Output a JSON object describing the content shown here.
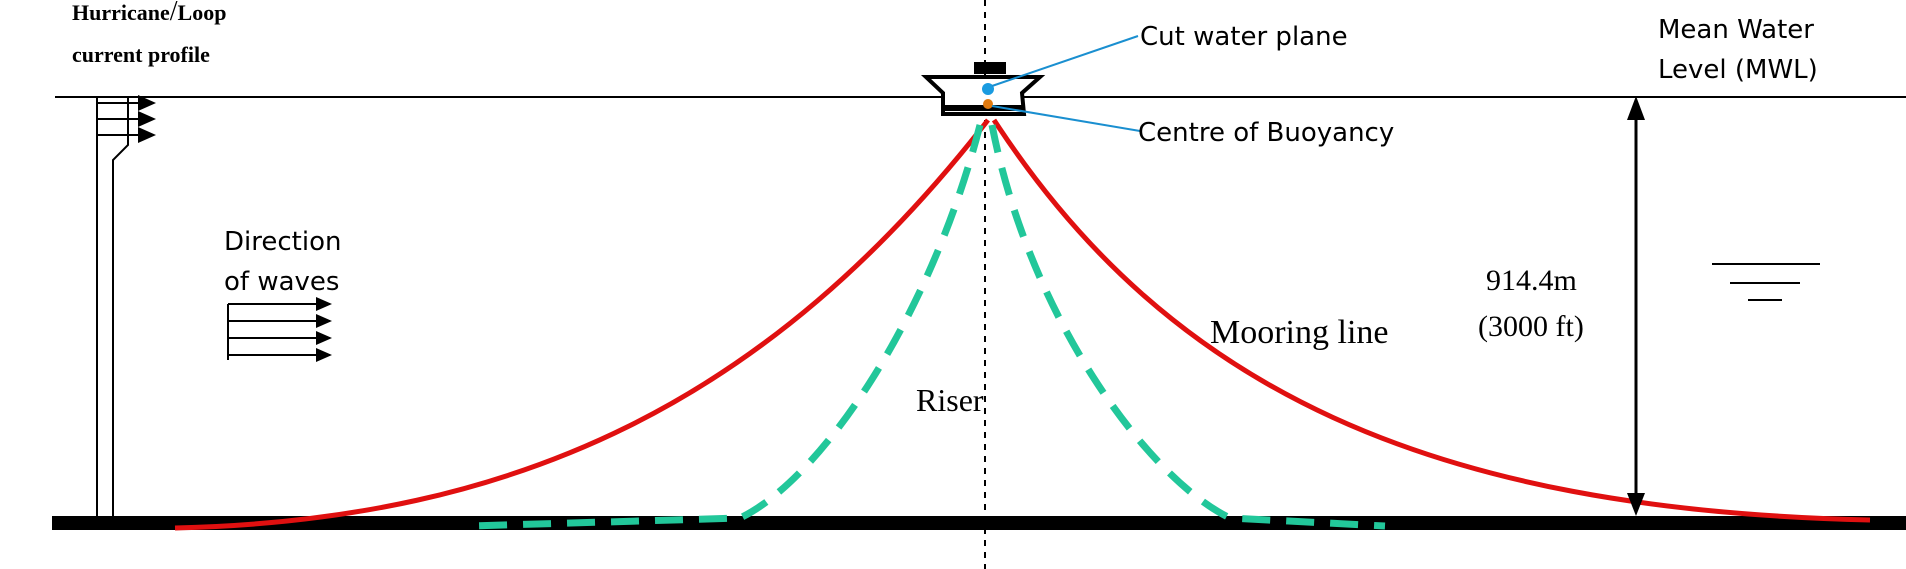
{
  "labels": {
    "current_profile_line1a": "Hurricane",
    "current_profile_slash": "/",
    "current_profile_line1b": "Loop",
    "current_profile_line2": "current profile",
    "cut_water_plane": "Cut water plane",
    "centre_of_buoyancy": "Centre of Buoyancy",
    "mwl_line1": "Mean Water",
    "mwl_line2": "Level (MWL)",
    "direction_line1": "Direction",
    "direction_line2": "of waves",
    "depth_metric": "914.4m",
    "depth_imperial": "(3000 ft)",
    "mooring_line": "Mooring line",
    "riser": "Riser"
  },
  "colors": {
    "mooring_line": "#e01010",
    "riser": "#22c79a",
    "leader_line": "#1a8fd0",
    "cut_water_plane_marker": "#1a9be0",
    "buoyancy_marker": "#e07a10",
    "structure": "#000000"
  },
  "icons": {
    "water_surface_symbol": "water-level-icon",
    "platform": "platform-hull-icon"
  }
}
